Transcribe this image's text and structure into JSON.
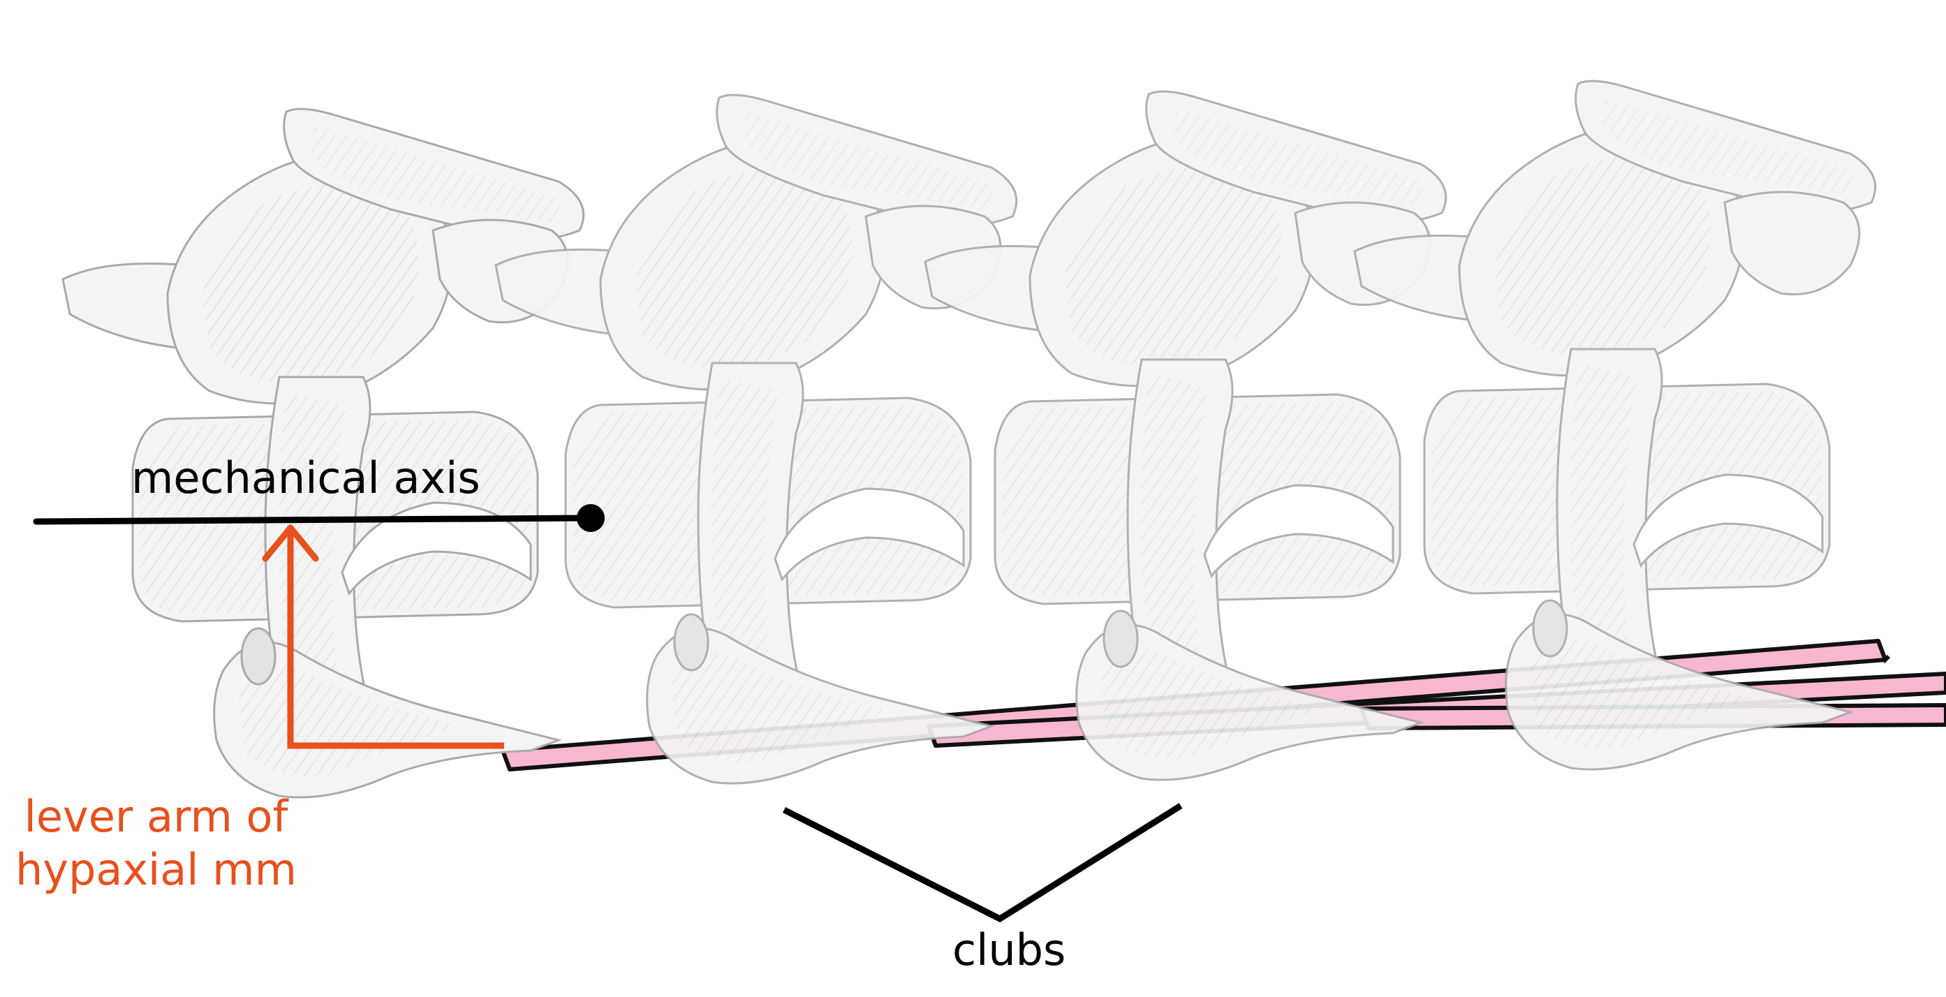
{
  "figure": {
    "labels": {
      "mechanical_axis": "mechanical axis",
      "lever_arm_line1": "lever arm of",
      "lever_arm_line2": "hypaxial mm",
      "clubs": "clubs"
    },
    "colors": {
      "background": "#ffffff",
      "bone_fill": "#f4f4f4",
      "bone_line": "#a9a9a9",
      "bone_hatch": "#c4c4c4",
      "muscle_fill": "#f7b7d2",
      "muscle_outline": "#111111",
      "axis_line": "#000000",
      "lever_arm": "#e8501c",
      "clubs_pointer": "#000000"
    },
    "elements": {
      "vertebra_count": 4,
      "muscle_band_count": 3
    }
  }
}
